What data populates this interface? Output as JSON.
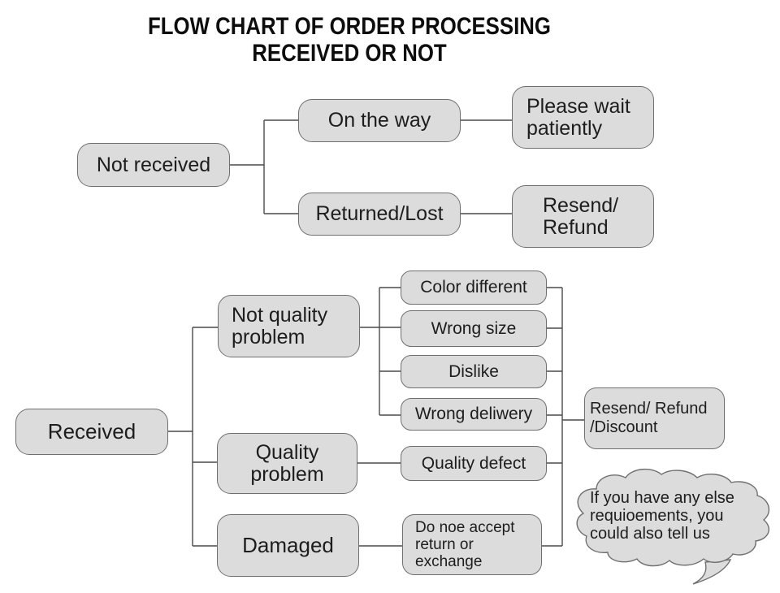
{
  "title": {
    "line1": "FLOW CHART OF ORDER PROCESSING",
    "line2": "RECEIVED OR NOT"
  },
  "not_received_flow": {
    "root": "Not received",
    "on_the_way": "On the way",
    "please_wait": {
      "line1": "Please wait",
      "line2": "patiently"
    },
    "returned_lost": "Returned/Lost",
    "resend_refund": {
      "line1": "Resend/",
      "line2": "Refund"
    }
  },
  "received_flow": {
    "root": "Received",
    "not_quality_problem": {
      "line1": "Not quality",
      "line2": "problem"
    },
    "quality_problem": {
      "line1": "Quality",
      "line2": "problem"
    },
    "damaged": "Damaged",
    "reasons": [
      "Color different",
      "Wrong size",
      "Dislike",
      "Wrong deliwery"
    ],
    "quality_defect": "Quality defect",
    "do_not_accept": {
      "line1": "Do noe accept",
      "line2": "return or",
      "line3": "exchange"
    },
    "outcome": {
      "line1": "Resend/ Refund",
      "line2": "/Discount"
    }
  },
  "speech_bubble": {
    "line1": "If you have any else",
    "line2": "requioements, you",
    "line3": "could also tell us"
  },
  "colors": {
    "background": "#ffffff",
    "node_fill": "#dcdcdc",
    "node_border": "#6f6f6f",
    "connector": "#4a4a4a",
    "text": "#1d1d1d"
  }
}
